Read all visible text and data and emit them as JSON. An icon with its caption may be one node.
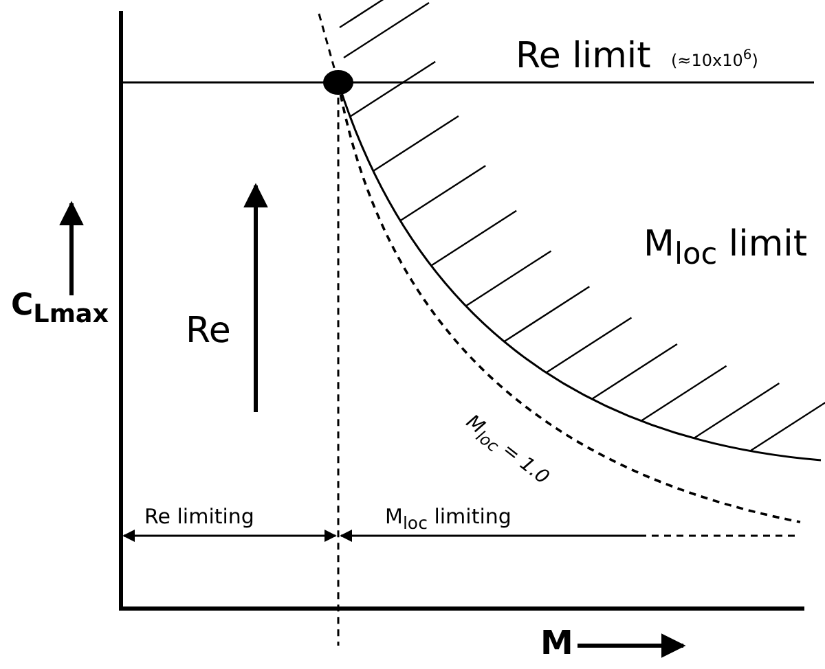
{
  "diagram": {
    "labels": [
      "Re limit",
      "(≈10x10$^{6}$)",
      "M$_{loc}$ limit",
      "C$_{Lmax}$",
      "Re",
      "M$_{loc}$ = 1.0",
      "Re limiting",
      "M$_{loc}$ limiting",
      "M"
    ]
  }
}
